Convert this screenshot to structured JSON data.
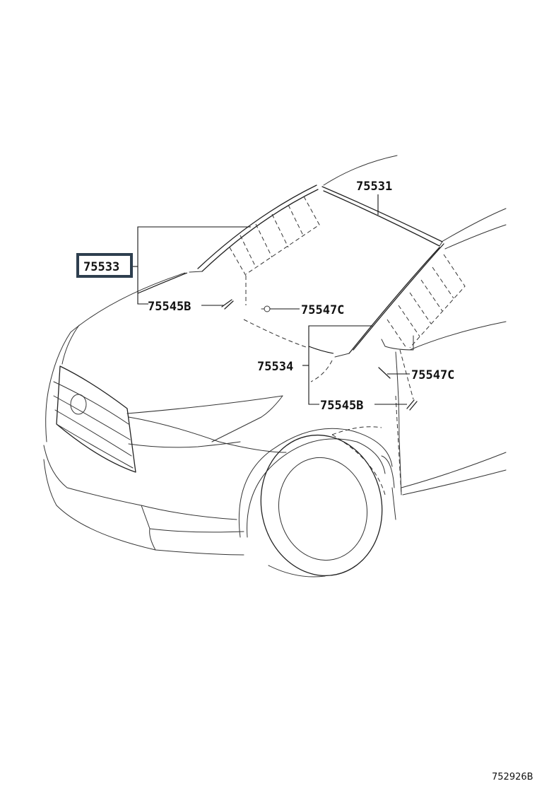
{
  "parts": {
    "p75531": "75531",
    "p75533": "75533",
    "p75545B_left": "75545B",
    "p75547C_left": "75547C",
    "p75534": "75534",
    "p75547C_right": "75547C",
    "p75545B_right": "75545B"
  },
  "highlighted_part": "75533",
  "catalog_reference": "752926B",
  "colors": {
    "line": "#222222",
    "highlight_border": "#2e3f4f"
  }
}
